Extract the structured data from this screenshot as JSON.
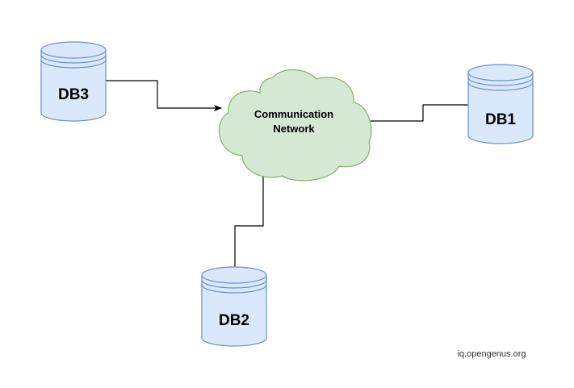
{
  "colors": {
    "db_fill": "#dae8fc",
    "db_stroke": "#6c8ebf",
    "cloud_fill": "#d5e8d4",
    "cloud_stroke": "#82b366",
    "connector": "#000000"
  },
  "network": {
    "label_line1": "Communication",
    "label_line2": "Network",
    "icon": "cloud-icon"
  },
  "databases": [
    {
      "id": "db3",
      "label": "DB3",
      "icon": "database-icon"
    },
    {
      "id": "db1",
      "label": "DB1",
      "icon": "database-icon"
    },
    {
      "id": "db2",
      "label": "DB2",
      "icon": "database-icon"
    }
  ],
  "watermark": "iq.opengenus.org"
}
